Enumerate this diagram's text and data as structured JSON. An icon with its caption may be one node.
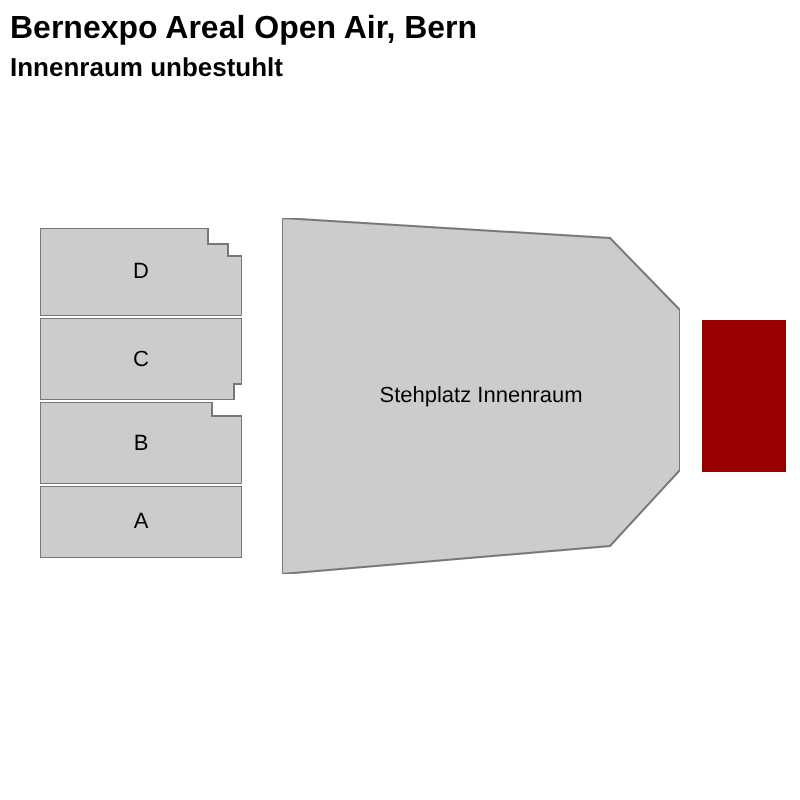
{
  "diagram": {
    "title": "Bernexpo Areal Open Air, Bern",
    "caption": "Innenraum unbestuhlt",
    "nodes": [
      {
        "text": [
          "D"
        ]
      },
      {
        "text": [
          "C"
        ]
      },
      {
        "text": [
          "B"
        ]
      },
      {
        "text": [
          "A"
        ]
      },
      {
        "text": [
          "Stehplatz Innenraum"
        ]
      },
      {
        "text": [],
        "shape": "box"
      }
    ]
  }
}
